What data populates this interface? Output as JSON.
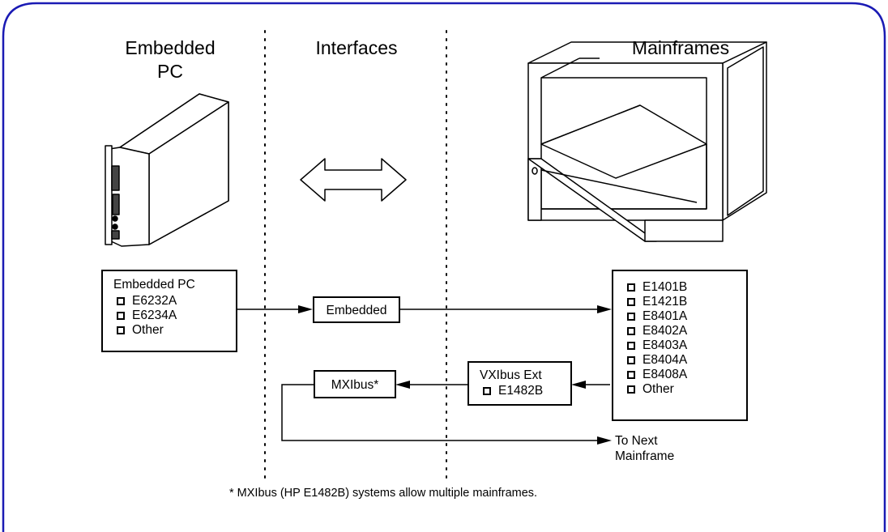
{
  "headers": {
    "embedded_pc_line1": "Embedded",
    "embedded_pc_line2": "PC",
    "interfaces": "Interfaces",
    "mainframes": "Mainframes"
  },
  "embedded_pc_box": {
    "title": "Embedded PC",
    "options": [
      "E6232A",
      "E6234A",
      "Other"
    ]
  },
  "interface_boxes": {
    "embedded": "Embedded",
    "mxibus": "MXIbus*"
  },
  "vxibus_box": {
    "title": "VXIbus Ext",
    "options": [
      "E1482B"
    ]
  },
  "mainframe_box": {
    "options": [
      "E1401B",
      "E1421B",
      "E8401A",
      "E8402A",
      "E8403A",
      "E8404A",
      "E8408A",
      "Other"
    ]
  },
  "to_next": {
    "line1": "To Next",
    "line2": "Mainframe"
  },
  "footnote": "* MXIbus (HP E1482B) systems allow multiple mainframes.",
  "colors": {
    "frame": "#1a1ab4",
    "ink": "#000000"
  }
}
